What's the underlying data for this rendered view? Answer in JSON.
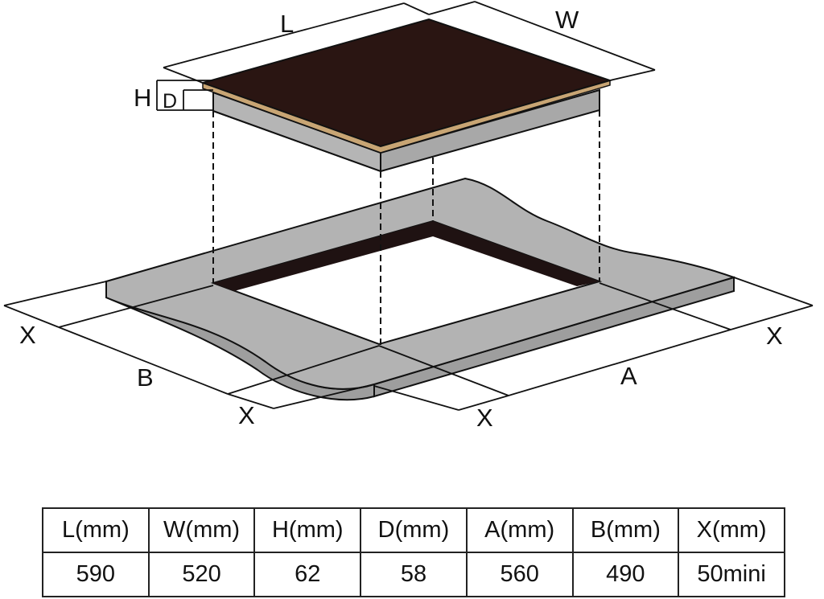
{
  "diagram": {
    "labels": {
      "L": "L",
      "W": "W",
      "H": "H",
      "D": "D",
      "A": "A",
      "B": "B",
      "X": "X"
    },
    "colors": {
      "hob_top": "#2a1512",
      "hob_edge": "#c8a574",
      "body_gray": "#b5b5b5",
      "counter_gray": "#b3b3b3",
      "cutout_shadow": "#1f1212",
      "line": "#111111"
    }
  },
  "table": {
    "headers": [
      "L(mm)",
      "W(mm)",
      "H(mm)",
      "D(mm)",
      "A(mm)",
      "B(mm)",
      "X(mm)"
    ],
    "values": [
      "590",
      "520",
      "62",
      "58",
      "560",
      "490",
      "50mini"
    ]
  }
}
